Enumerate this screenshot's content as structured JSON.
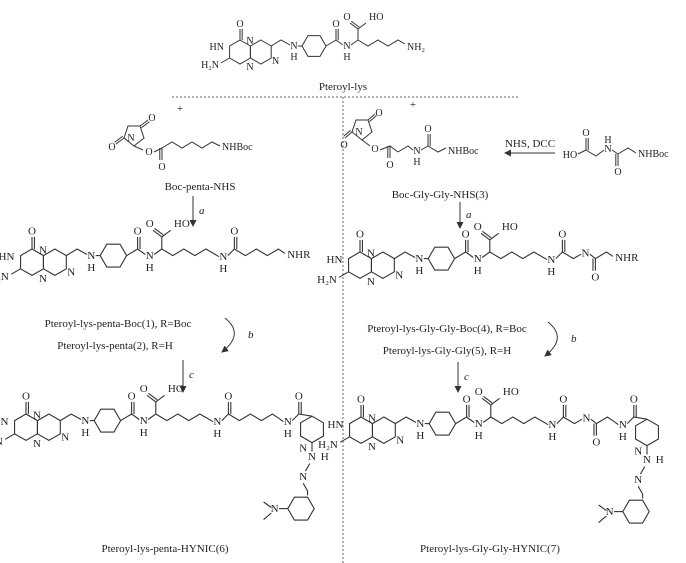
{
  "atoms": {
    "O": "O",
    "HN": "HN",
    "H2N": "H₂N",
    "N": "N",
    "H": "H",
    "HO": "HO",
    "NH2": "NH₂",
    "NHR": "NHR",
    "NHBoc": "NHBoc",
    "NMe2": "N"
  },
  "top": {
    "name": "Pteroyl-lys"
  },
  "left": {
    "plus": "+",
    "reagent": "Boc-penta-NHS",
    "step_a": "a",
    "product1": "Pteroyl-lys-penta-Boc(1), R=Boc",
    "product2": "Pteroyl-lys-penta(2), R=H",
    "step_b": "b",
    "step_c": "c",
    "final": "Pteroyl-lys-penta-HYNIC(6)"
  },
  "right": {
    "plus": "+",
    "conditions": "NHS, DCC",
    "reagent": "Boc-Gly-Gly-NHS(3)",
    "step_a": "a",
    "product4": "Pteroyl-lys-Gly-Gly-Boc(4), R=Boc",
    "product5": "Pteroyl-lys-Gly-Gly(5), R=H",
    "step_b": "b",
    "step_c": "c",
    "final": "Pteroyl-lys-Gly-Gly-HYNIC(7)"
  }
}
